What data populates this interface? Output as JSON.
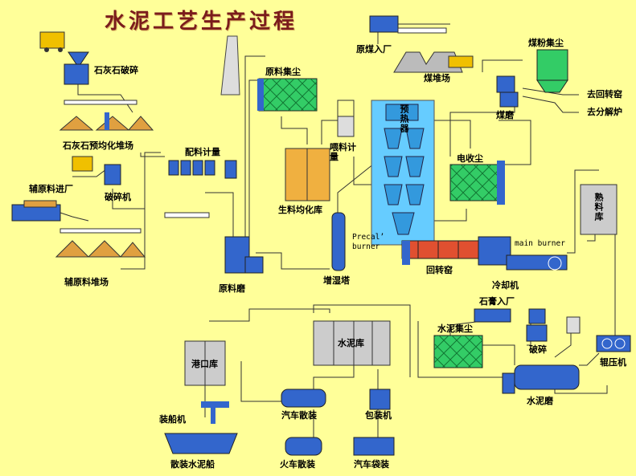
{
  "title": "水泥工艺生产过程",
  "labels": {
    "limestone_crush": "石灰石破碎",
    "limestone_pile": "石灰石预均化堆场",
    "aux_in": "辅原料进厂",
    "crusher": "破碎机",
    "aux_pile": "辅原料堆场",
    "batching": "配料计量",
    "raw_mill": "原料磨",
    "raw_dust": "原料集尘",
    "raw_homog": "生料均化库",
    "feed_meter": "喂料计量",
    "humid_tower": "增湿塔",
    "preheater": "预热器",
    "esp": "电收尘",
    "precal_burner": "Precal’\nburner",
    "main_burner": "main burner",
    "kiln": "回转窑",
    "cooler": "冷却机",
    "clinker_silo": "熟料库",
    "roller_press": "辊压机",
    "coal_in": "原煤入厂",
    "coal_pile": "煤堆场",
    "coal_dust": "煤粉集尘",
    "coal_mill": "煤磨",
    "to_kiln": "去回转窑",
    "to_calciner": "去分解炉",
    "gypsum_in": "石膏入厂",
    "crush2": "破碎",
    "cement_dust": "水泥集尘",
    "cement_mill": "水泥磨",
    "cement_silo": "水泥库",
    "port_silo": "港口库",
    "truck_bulk": "汽车散装",
    "packer": "包装机",
    "ship_loader": "装船机",
    "ship_bulk": "散装水泥船",
    "train_bulk": "火车散装",
    "truck_bag": "汽车袋装"
  },
  "colors": {
    "background": "#ffff99",
    "equipment_blue": "#3366cc",
    "dust_collector_green": "#33cc66",
    "preheater_blue": "#66ccff",
    "kiln_red": "#e05030",
    "silo_orange": "#f0b040",
    "silo_grey": "#c8c8c8",
    "title": "#7a1c1c"
  }
}
